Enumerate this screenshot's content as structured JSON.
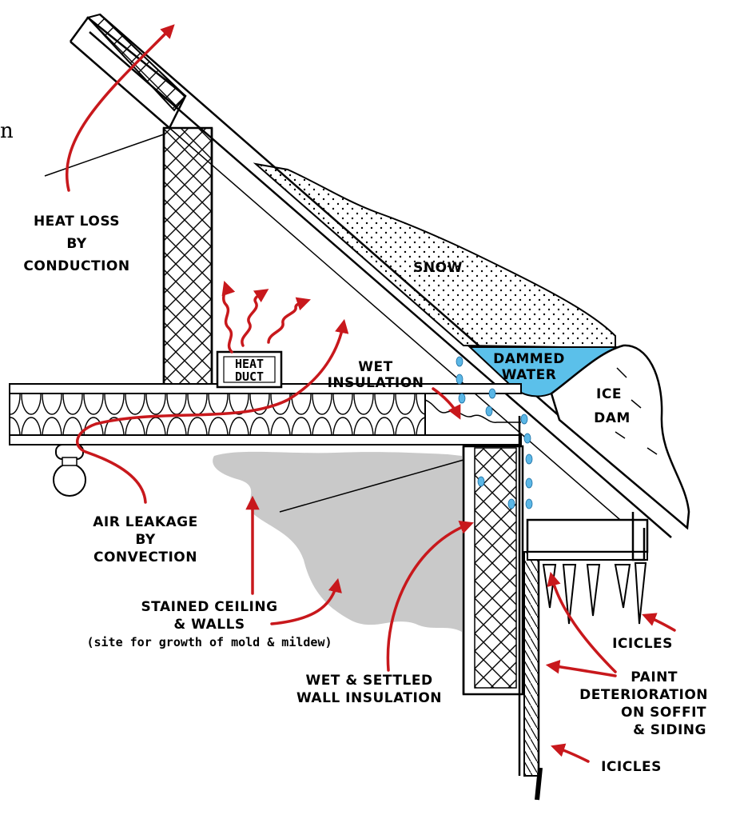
{
  "labels": {
    "heat_loss": [
      "HEAT LOSS",
      "BY",
      "CONDUCTION"
    ],
    "snow": "SNOW",
    "dammed_water": [
      "DAMMED",
      "WATER"
    ],
    "ice_dam": [
      "ICE",
      "DAM"
    ],
    "heat_duct": [
      "HEAT",
      "DUCT"
    ],
    "wet_insulation": [
      "WET",
      "INSULATION"
    ],
    "air_leakage": [
      "AIR LEAKAGE",
      "BY",
      "CONVECTION"
    ],
    "stained": [
      "STAINED CEILING",
      "& WALLS",
      "(site for growth of mold & mildew)"
    ],
    "wet_settled": [
      "WET & SETTLED",
      "WALL INSULATION"
    ],
    "icicles_top": "ICICLES",
    "paint": [
      "PAINT",
      "DETERIORATION",
      "ON SOFFIT",
      "& SIDING"
    ],
    "icicles_bottom": "ICICLES",
    "edge_fragment": "n"
  },
  "colors": {
    "arrow": "#c8181c",
    "water": "#5bc0ea",
    "stain": "#c9c9c9",
    "line": "#000000"
  }
}
